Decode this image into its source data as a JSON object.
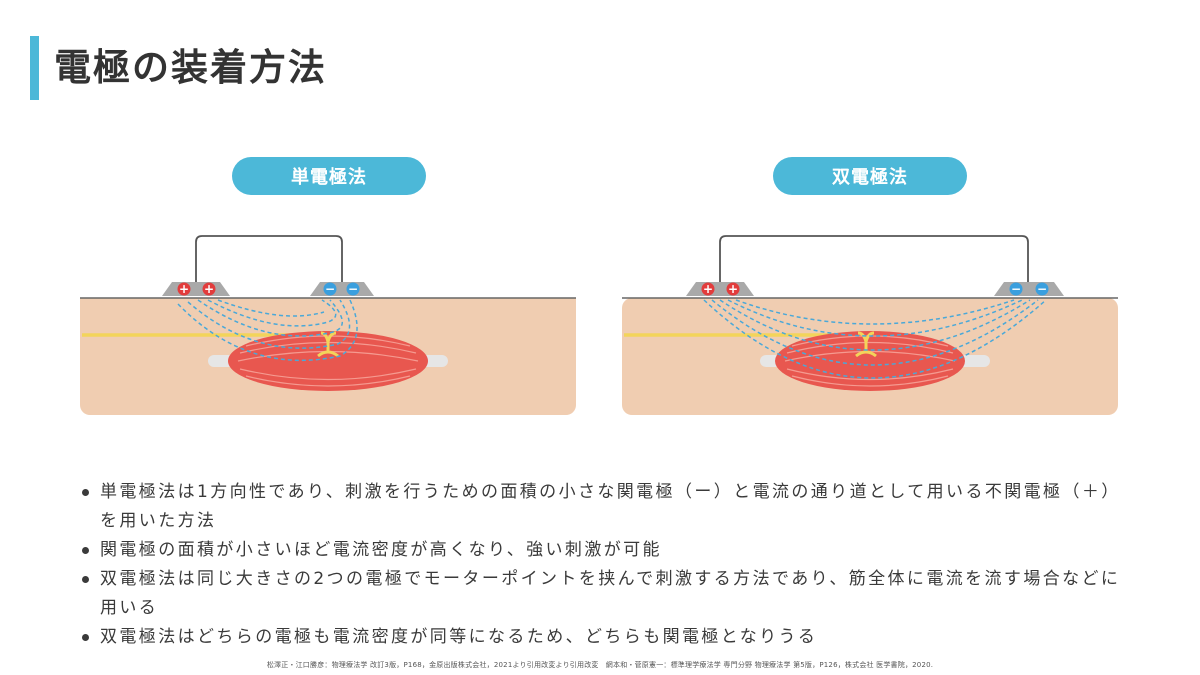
{
  "title": "電極の装着方法",
  "methods": [
    {
      "label": "単電極法",
      "plus_symbols": [
        "+",
        "+"
      ],
      "minus_symbols": [
        "−",
        "−"
      ]
    },
    {
      "label": "双電極法",
      "plus_symbols": [
        "+",
        "+"
      ],
      "minus_symbols": [
        "−",
        "−"
      ]
    }
  ],
  "bullets": [
    "単電極法は1方向性であり、刺激を行うための面積の小さな関電極（ー）と電流の通り道として用いる不関電極（＋）を用いた方法",
    "関電極の面積が小さいほど電流密度が高くなり、強い刺激が可能",
    "双電極法は同じ大きさの2つの電極でモーターポイントを挟んで刺激する方法であり、筋全体に電流を流す場合などに用いる",
    "双電極法はどちらの電極も電流密度が同等になるため、どちらも関電極となりうる"
  ],
  "citation": "松澤正・江口勝彦：物理療法学 改訂3版，P168，金原出版株式会社，2021より引用改変より引用改変　網本和・菅原憲一：標準理学療法学 専門分野 物理療法学 第5版，P126，株式会社 医学書院，2020.",
  "colors": {
    "accent": "#4cb8d8",
    "skin": "#f0cdb1",
    "muscle": "#e8574f",
    "nerve": "#f3d45a",
    "current_lines": "#4aa8d8",
    "plus_electrode": "#e23c3c",
    "minus_electrode": "#3a9fde"
  },
  "icons": [
    "plus-icon",
    "minus-icon",
    "bullet-dot-icon"
  ]
}
